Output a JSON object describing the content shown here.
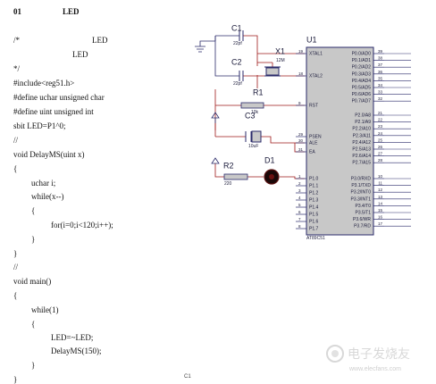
{
  "code": {
    "heading_num": "01",
    "heading_title": "LED",
    "comment_open": "/*",
    "comment_l1": "LED",
    "comment_l2": "LED",
    "comment_close": "*/",
    "l_include": "#include<reg51.h>",
    "l_def_uchar": "#define uchar unsigned char",
    "l_def_uint": "#define uint unsigned int",
    "l_sbit": "sbit LED=P1^0;",
    "l_slash1": "//",
    "l_delay_sig": "void DelayMS(uint x)",
    "l_ob1": "{",
    "l_uchar_i": "uchar i;",
    "l_while_x": "while(x--)",
    "l_ob2": "{",
    "l_for": "for(i=0;i<120;i++);",
    "l_cb2": "}",
    "l_cb1": "}",
    "l_slash2": "//",
    "l_main": "void main()",
    "l_ob3": "{",
    "l_while1": "while(1)",
    "l_ob4": "{",
    "l_toggle": "LED=~LED;",
    "l_call": "DelayMS(150);",
    "l_cb4": "}",
    "l_cb3": "}"
  },
  "schematic": {
    "c1": {
      "name": "C1",
      "value": "22pf"
    },
    "c2": {
      "name": "C2",
      "value": "22pf"
    },
    "x1": {
      "name": "X1",
      "value": "12M"
    },
    "r1": {
      "name": "R1",
      "value": "10k"
    },
    "c3": {
      "name": "C3",
      "value": "10uF"
    },
    "r2": {
      "name": "R2",
      "value": "220"
    },
    "d1": {
      "name": "D1"
    },
    "u1": {
      "name": "U1",
      "part": "AT89C51"
    },
    "left_pins": [
      {
        "num": "19",
        "label": "XTAL1"
      },
      {
        "num": "18",
        "label": "XTAL2"
      },
      {
        "num": "9",
        "label": "RST"
      },
      {
        "num": "29",
        "label": "PSEN"
      },
      {
        "num": "30",
        "label": "ALE"
      },
      {
        "num": "31",
        "label": "EA"
      },
      {
        "num": "1",
        "label": "P1.0"
      },
      {
        "num": "2",
        "label": "P1.1"
      },
      {
        "num": "3",
        "label": "P1.2"
      },
      {
        "num": "4",
        "label": "P1.3"
      },
      {
        "num": "5",
        "label": "P1.4"
      },
      {
        "num": "6",
        "label": "P1.5"
      },
      {
        "num": "7",
        "label": "P1.6"
      },
      {
        "num": "8",
        "label": "P1.7"
      }
    ],
    "right_pins_p0": [
      {
        "num": "39",
        "label": "P0.0/AD0"
      },
      {
        "num": "38",
        "label": "P0.1/AD1"
      },
      {
        "num": "37",
        "label": "P0.2/AD2"
      },
      {
        "num": "36",
        "label": "P0.3/AD3"
      },
      {
        "num": "35",
        "label": "P0.4/AD4"
      },
      {
        "num": "34",
        "label": "P0.5/AD5"
      },
      {
        "num": "33",
        "label": "P0.6/AD6"
      },
      {
        "num": "32",
        "label": "P0.7/AD7"
      }
    ],
    "right_pins_p2": [
      {
        "num": "21",
        "label": "P2.0/A8"
      },
      {
        "num": "22",
        "label": "P2.1/A9"
      },
      {
        "num": "23",
        "label": "P2.2/A10"
      },
      {
        "num": "24",
        "label": "P2.3/A11"
      },
      {
        "num": "25",
        "label": "P2.4/A12"
      },
      {
        "num": "26",
        "label": "P2.5/A13"
      },
      {
        "num": "27",
        "label": "P2.6/A14"
      },
      {
        "num": "28",
        "label": "P2.7/A15"
      }
    ],
    "right_pins_p3": [
      {
        "num": "10",
        "label": "P3.0/RXD"
      },
      {
        "num": "11",
        "label": "P3.1/TXD"
      },
      {
        "num": "12",
        "label": "P3.2/INT0"
      },
      {
        "num": "13",
        "label": "P3.3/INT1"
      },
      {
        "num": "14",
        "label": "P3.4/T0"
      },
      {
        "num": "15",
        "label": "P3.5/T1"
      },
      {
        "num": "16",
        "label": "P3.6/WR"
      },
      {
        "num": "17",
        "label": "P3.7/RD"
      }
    ]
  },
  "footer": {
    "page_label": "C1"
  },
  "watermark": {
    "text": "电子发烧友",
    "url": "www.elecfans.com"
  },
  "colors": {
    "wire": "#9e1a1a",
    "component": "#2a2a6a",
    "chip_fill": "#c8c8c8",
    "text": "#111111",
    "dark_text": "#1a1a3a"
  }
}
